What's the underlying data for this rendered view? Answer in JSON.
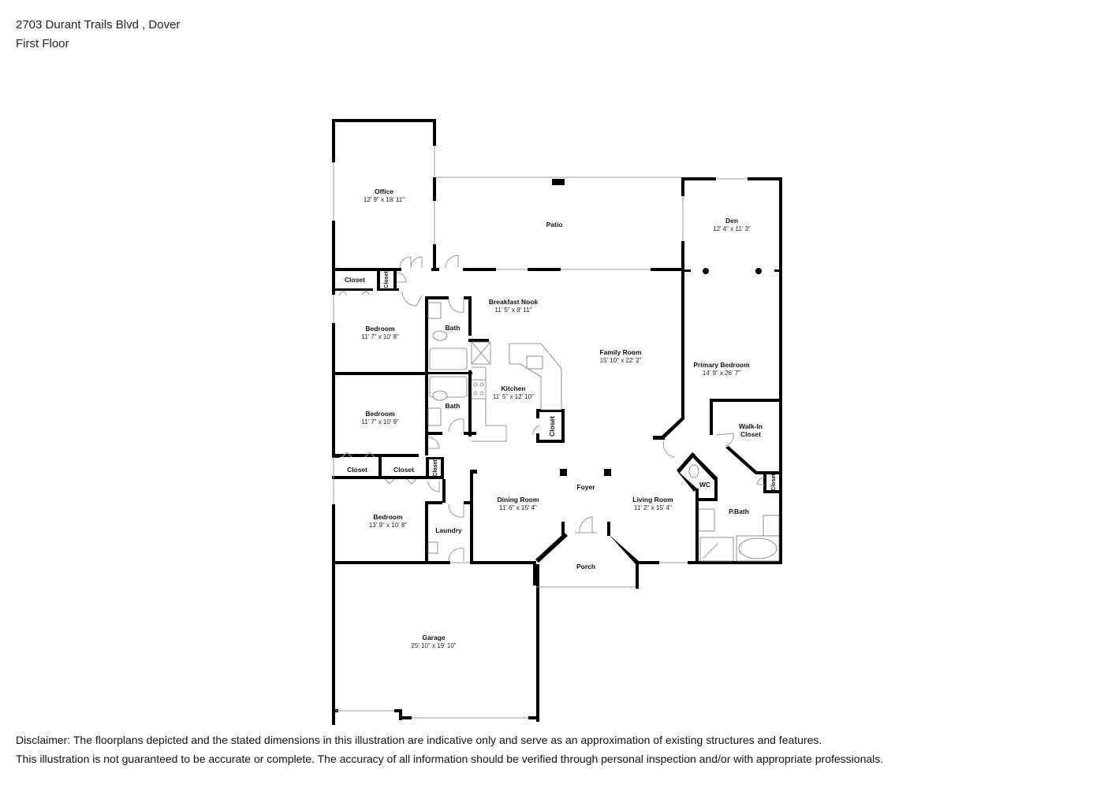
{
  "header": {
    "address": "2703 Durant Trails Blvd , Dover",
    "floor": "First Floor"
  },
  "rooms": {
    "office": {
      "name": "Office",
      "dims": "12' 9\" x 18' 11\""
    },
    "patio": {
      "name": "Patio"
    },
    "den": {
      "name": "Den",
      "dims": "12' 4\" x 11' 3\""
    },
    "closet_top": {
      "name": "Closet"
    },
    "closet_top_small": {
      "name": "Closet"
    },
    "bedroom1": {
      "name": "Bedroom",
      "dims": "11' 7\" x 10' 8\""
    },
    "bath1": {
      "name": "Bath"
    },
    "breakfast_nook": {
      "name": "Breakfast Nook",
      "dims": "11' 5\" x 8' 11\""
    },
    "family_room": {
      "name": "Family Room",
      "dims": "15' 10\" x 22' 2\""
    },
    "primary_bedroom": {
      "name": "Primary Bedroom",
      "dims": "14' 9\" x 26' 7\""
    },
    "kitchen": {
      "name": "Kitchen",
      "dims": "11' 5\" x 12' 10\""
    },
    "bath2": {
      "name": "Bath"
    },
    "bedroom2": {
      "name": "Bedroom",
      "dims": "11' 7\" x 10' 9\""
    },
    "kitchen_closet": {
      "name": "Closet"
    },
    "walk_in_closet": {
      "name_line1": "Walk-In",
      "name_line2": "Closet"
    },
    "closet_mid_left": {
      "name": "Closet"
    },
    "closet_mid_right": {
      "name": "Closet"
    },
    "closet_mid_small": {
      "name": "Closet"
    },
    "foyer": {
      "name": "Foyer"
    },
    "wc": {
      "name": "WC"
    },
    "pbath_closet": {
      "name": "Closet"
    },
    "dining_room": {
      "name": "Dining Room",
      "dims": "11' 6\" x 15' 4\""
    },
    "living_room": {
      "name": "Living Room",
      "dims": "11' 2\" x 15' 4\""
    },
    "pbath": {
      "name": "P.Bath"
    },
    "bedroom3": {
      "name": "Bedroom",
      "dims": "13' 9\" x 10' 8\""
    },
    "laundry": {
      "name": "Laundry"
    },
    "porch": {
      "name": "Porch"
    },
    "garage": {
      "name": "Garage",
      "dims": "25' 10\" x 19' 10\""
    }
  },
  "disclaimer": {
    "line1": "Disclaimer: The floorplans depicted and the stated dimensions in this illustration are indicative only and serve as an approximation of existing structures and features.",
    "line2": "This illustration is not guaranteed to be accurate or complete. The accuracy of all information should be verified through personal inspection and/or with appropriate professionals."
  },
  "colors": {
    "wall": "#000000",
    "background": "#ffffff",
    "window": "#999999"
  }
}
